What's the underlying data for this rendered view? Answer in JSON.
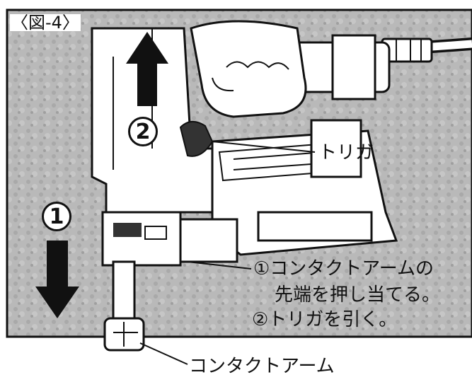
{
  "figure": {
    "label": "〈図-4〉",
    "arrow_number_1": "1",
    "arrow_number_2": "2",
    "callouts": {
      "trigger": "トリガ",
      "contact_arm": "コンタクトアーム",
      "step1_line1": "①コンタクトアームの",
      "step1_line2": "先端を押し当てる。",
      "step2": "②トリガを引く。"
    }
  },
  "colors": {
    "ink": "#111111",
    "background_gray": "#b8b8b8",
    "tool_body": "#ffffff",
    "dark_part": "#333333"
  }
}
